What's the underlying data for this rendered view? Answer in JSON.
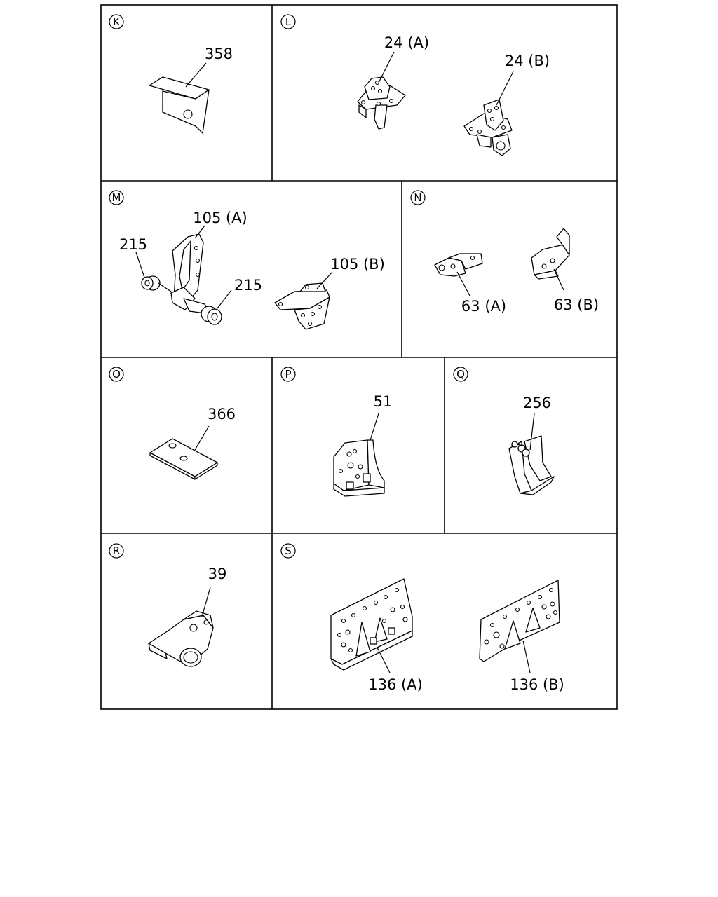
{
  "panels": [
    {
      "id": "K",
      "callouts": [
        "358"
      ]
    },
    {
      "id": "L",
      "callouts": [
        "24 (A)",
        "24 (B)"
      ]
    },
    {
      "id": "M",
      "callouts": [
        "105 (A)",
        "215",
        "215",
        "105 (B)"
      ]
    },
    {
      "id": "N",
      "callouts": [
        "63 (A)",
        "63 (B)"
      ]
    },
    {
      "id": "O",
      "callouts": [
        "366"
      ]
    },
    {
      "id": "P",
      "callouts": [
        "51"
      ]
    },
    {
      "id": "Q",
      "callouts": [
        "256"
      ]
    },
    {
      "id": "R",
      "callouts": [
        "39"
      ]
    },
    {
      "id": "S",
      "callouts": [
        "136 (A)",
        "136 (B)"
      ]
    }
  ]
}
